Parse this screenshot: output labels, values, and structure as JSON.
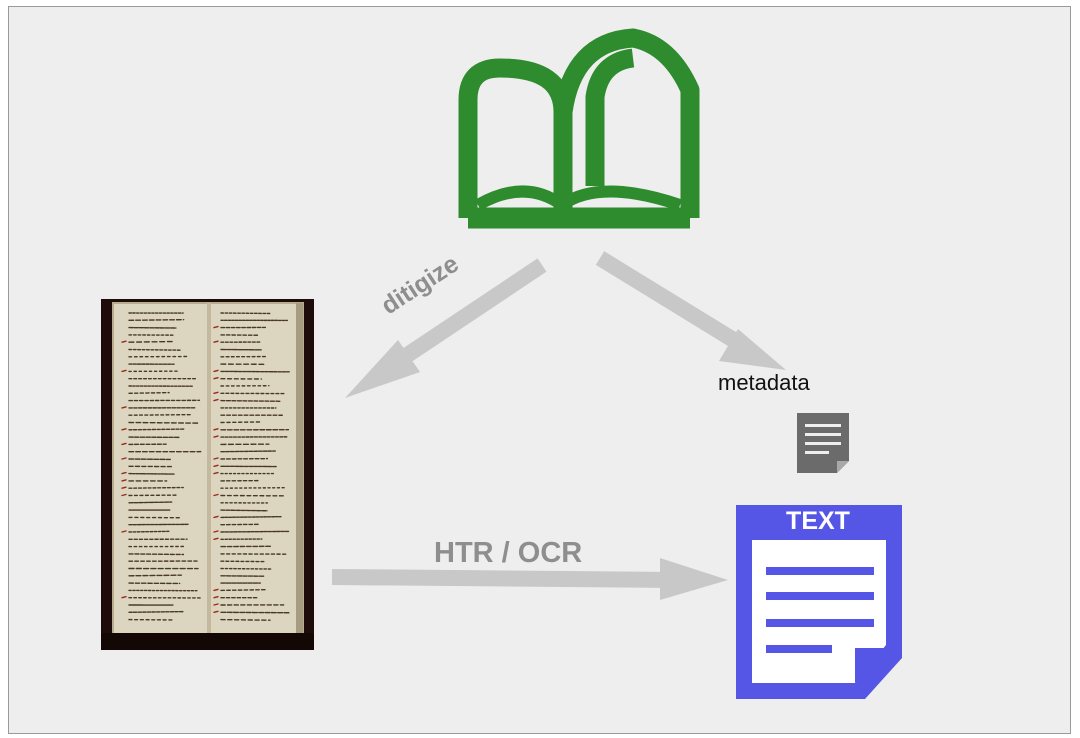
{
  "labels": {
    "digitize": "ditigize",
    "htr_ocr": "HTR / OCR",
    "metadata": "metadata",
    "text_doc": "TEXT"
  },
  "icons": {
    "book": "open-book-icon",
    "metadata_doc": "document-lines-icon",
    "text_doc": "text-document-icon"
  },
  "colors": {
    "book_green": "#2e8b2e",
    "text_doc_blue": "#5555e6",
    "arrow_gray": "#c8c8c8",
    "metadata_doc_gray": "#6b6b6b",
    "background": "#eeeeee"
  }
}
